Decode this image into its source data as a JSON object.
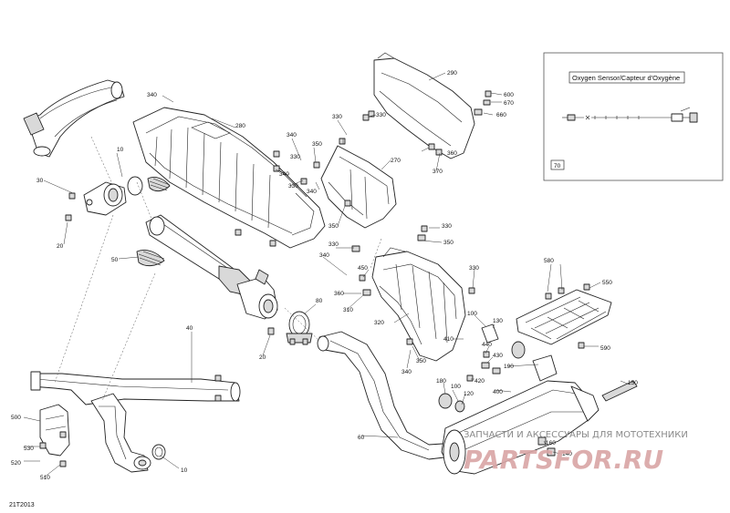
{
  "diagram_code": "21T2013",
  "inset": {
    "title": "Oxygen Sensor/Capteur d'Oxygène",
    "ref": "70"
  },
  "watermark": {
    "line1": "ЗАПЧАСТИ И АКСЕССУАРЫ ДЛЯ МОТОТЕХНИКИ",
    "line2": "PARTSFOR.RU"
  },
  "labels": [
    {
      "id": "l340a",
      "text": "340"
    },
    {
      "id": "l30",
      "text": "30"
    },
    {
      "id": "l10a",
      "text": "10"
    },
    {
      "id": "l20a",
      "text": "20"
    },
    {
      "id": "l50",
      "text": "50"
    },
    {
      "id": "l280",
      "text": "280"
    },
    {
      "id": "l340b",
      "text": "340"
    },
    {
      "id": "l350a",
      "text": "350"
    },
    {
      "id": "l330a",
      "text": "330"
    },
    {
      "id": "l340c",
      "text": "340"
    },
    {
      "id": "l330b",
      "text": "330"
    },
    {
      "id": "l330c",
      "text": "330"
    },
    {
      "id": "l340d",
      "text": "340"
    },
    {
      "id": "l290",
      "text": "290"
    },
    {
      "id": "l330d",
      "text": "330"
    },
    {
      "id": "l270",
      "text": "270"
    },
    {
      "id": "l370",
      "text": "370"
    },
    {
      "id": "l360a",
      "text": "360"
    },
    {
      "id": "l600",
      "text": "600"
    },
    {
      "id": "l670",
      "text": "670"
    },
    {
      "id": "l660",
      "text": "660"
    },
    {
      "id": "l330e",
      "text": "330"
    },
    {
      "id": "l350b",
      "text": "350"
    },
    {
      "id": "l350c",
      "text": "350"
    },
    {
      "id": "l330f",
      "text": "330"
    },
    {
      "id": "l340e",
      "text": "340"
    },
    {
      "id": "l450",
      "text": "450"
    },
    {
      "id": "l360b",
      "text": "360"
    },
    {
      "id": "l310",
      "text": "310"
    },
    {
      "id": "l330g",
      "text": "330"
    },
    {
      "id": "l320",
      "text": "320"
    },
    {
      "id": "l80",
      "text": "80"
    },
    {
      "id": "l20b",
      "text": "20"
    },
    {
      "id": "l40",
      "text": "40"
    },
    {
      "id": "l580",
      "text": "580"
    },
    {
      "id": "l550",
      "text": "550"
    },
    {
      "id": "l590",
      "text": "590"
    },
    {
      "id": "l100a",
      "text": "100"
    },
    {
      "id": "l130",
      "text": "130"
    },
    {
      "id": "l410",
      "text": "410"
    },
    {
      "id": "l440",
      "text": "440"
    },
    {
      "id": "l430",
      "text": "430"
    },
    {
      "id": "l190",
      "text": "190"
    },
    {
      "id": "l350d",
      "text": "350"
    },
    {
      "id": "l340f",
      "text": "340"
    },
    {
      "id": "l420",
      "text": "420"
    },
    {
      "id": "l180",
      "text": "180"
    },
    {
      "id": "l100b",
      "text": "100"
    },
    {
      "id": "l120",
      "text": "120"
    },
    {
      "id": "l400",
      "text": "400"
    },
    {
      "id": "l150",
      "text": "150"
    },
    {
      "id": "l60",
      "text": "60"
    },
    {
      "id": "l160",
      "text": "160"
    },
    {
      "id": "l140",
      "text": "140"
    },
    {
      "id": "l500",
      "text": "500"
    },
    {
      "id": "l530",
      "text": "530"
    },
    {
      "id": "l520",
      "text": "520"
    },
    {
      "id": "l510",
      "text": "510"
    },
    {
      "id": "l10b",
      "text": "10"
    }
  ]
}
